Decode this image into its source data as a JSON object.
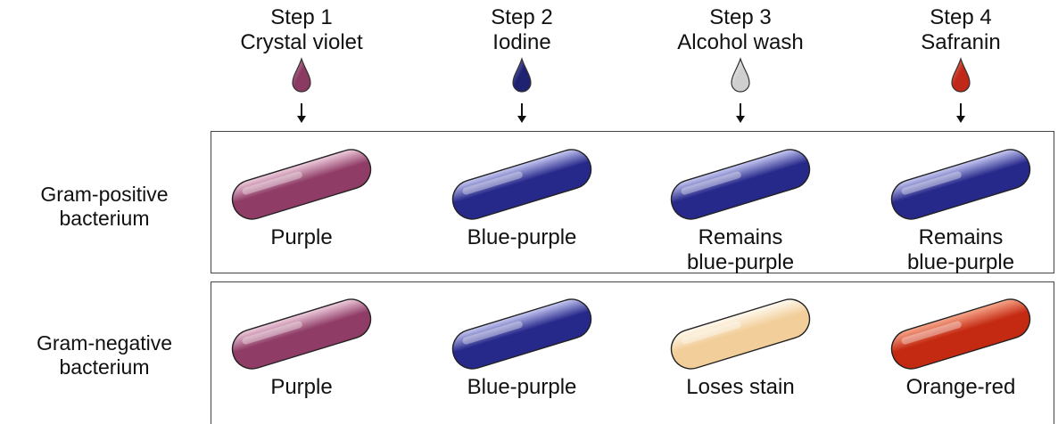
{
  "steps": [
    {
      "line1": "Step 1",
      "line2": "Crystal violet",
      "drop_color": "#8b3a62",
      "drop_light": "#d9a7c0"
    },
    {
      "line1": "Step 2",
      "line2": "Iodine",
      "drop_color": "#1f2270",
      "drop_light": "#8a8fe0"
    },
    {
      "line1": "Step 3",
      "line2": "Alcohol wash",
      "drop_color": "#cfcfcf",
      "drop_light": "#f7f7f7"
    },
    {
      "line1": "Step 4",
      "line2": "Safranin",
      "drop_color": "#c0281a",
      "drop_light": "#f59a80"
    }
  ],
  "rows": [
    {
      "label_line1": "Gram-positive",
      "label_line2": "bacterium",
      "cells": [
        {
          "line1": "Purple",
          "line2": "",
          "color": "#8f3c66",
          "light": "#f0cfe0"
        },
        {
          "line1": "Blue-purple",
          "line2": "",
          "color": "#26288a",
          "light": "#c9cbf5"
        },
        {
          "line1": "Remains",
          "line2": "blue-purple",
          "color": "#26288a",
          "light": "#c9cbf5"
        },
        {
          "line1": "Remains",
          "line2": "blue-purple",
          "color": "#26288a",
          "light": "#c9cbf5"
        }
      ]
    },
    {
      "label_line1": "Gram-negative",
      "label_line2": "bacterium",
      "cells": [
        {
          "line1": "Purple",
          "line2": "",
          "color": "#8f3c66",
          "light": "#f0cfe0"
        },
        {
          "line1": "Blue-purple",
          "line2": "",
          "color": "#26288a",
          "light": "#c9cbf5"
        },
        {
          "line1": "Loses stain",
          "line2": "",
          "color": "#f2cf9a",
          "light": "#fffaf0"
        },
        {
          "line1": "Orange-red",
          "line2": "",
          "color": "#c42a12",
          "light": "#f7a88c"
        }
      ]
    }
  ]
}
